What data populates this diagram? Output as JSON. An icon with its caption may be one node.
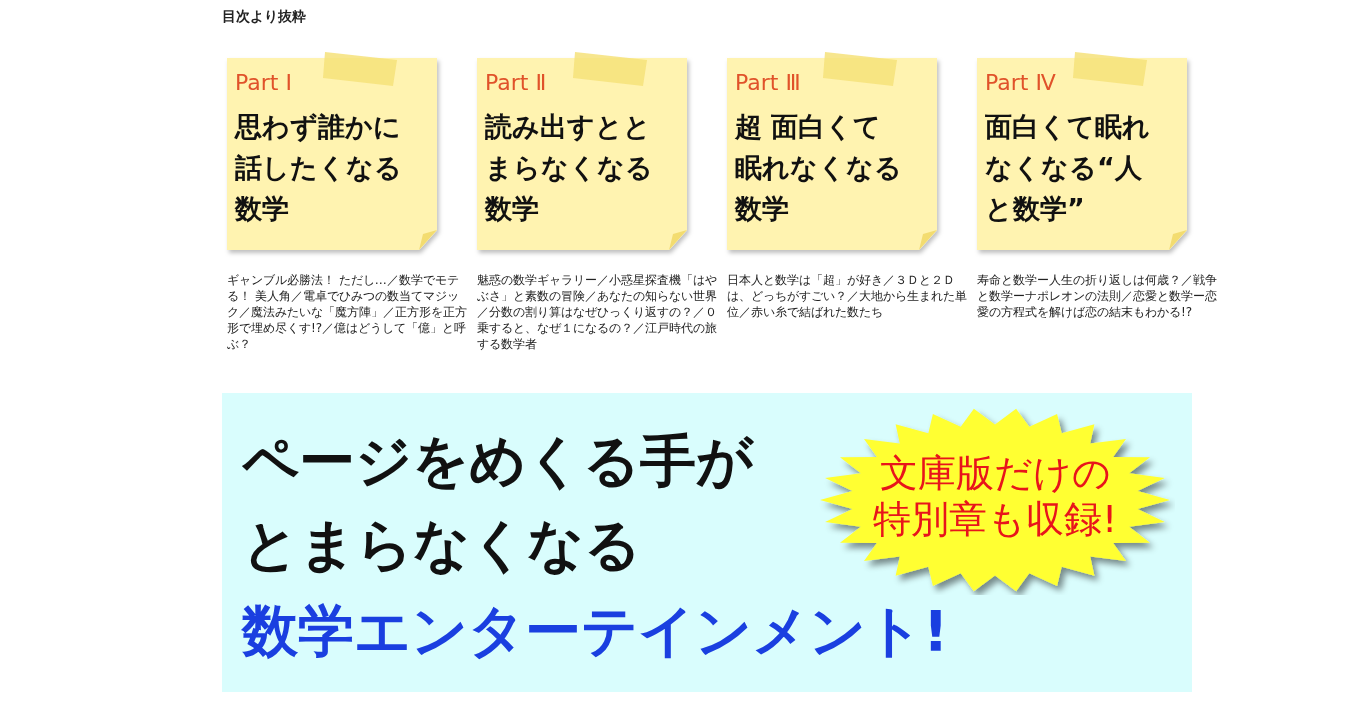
{
  "diagram": {
    "title": "目次より抜粋",
    "nodes": [
      {
        "text": [
          "Part Ⅰ",
          "思わず誰かに話したくなる数学"
        ],
        "beside": [
          "ギャンブル必勝法！ ただし…／数学でモテる！ 美人角／電卓でひみつの数当てマジック／魔法みたいな「魔方陣」／正方形を正方形で埋め尽くす!?／億はどうして「億」と呼ぶ？"
        ]
      },
      {
        "text": [
          "Part Ⅱ",
          "読み出すととまらなくなる数学"
        ],
        "beside": [
          "魅惑の数学ギャラリー／小惑星探査機「はやぶさ」と素数の冒険／あなたの知らない世界／分数の割り算はなぜひっくり返すの？／０乗すると、なぜ１になるの？／江戸時代の旅する数学者"
        ]
      },
      {
        "text": [
          "Part Ⅲ",
          "超 面白くて眠れなくなる数学"
        ],
        "beside": [
          "日本人と数学は「超」が好き／３Ｄと２Ｄは、どっちがすごい？／大地から生まれた単位／赤い糸で結ばれた数たち"
        ]
      },
      {
        "text": [
          "Part Ⅳ",
          "面白くて眠れなくなる“人と数学”"
        ],
        "beside": [
          "寿命と数学ー人生の折り返しは何歳？／戦争と数学ーナポレオンの法則／恋愛と数学ー恋愛の方程式を解けば恋の結末もわかる!?"
        ]
      },
      {
        "text": [
          "ページをめくる手がとまらなくなる",
          "数学エンターテインメント!"
        ]
      },
      {
        "text": [
          "文庫版だけの特別章も収録!"
        ],
        "in": 4
      }
    ],
    "edges": []
  }
}
